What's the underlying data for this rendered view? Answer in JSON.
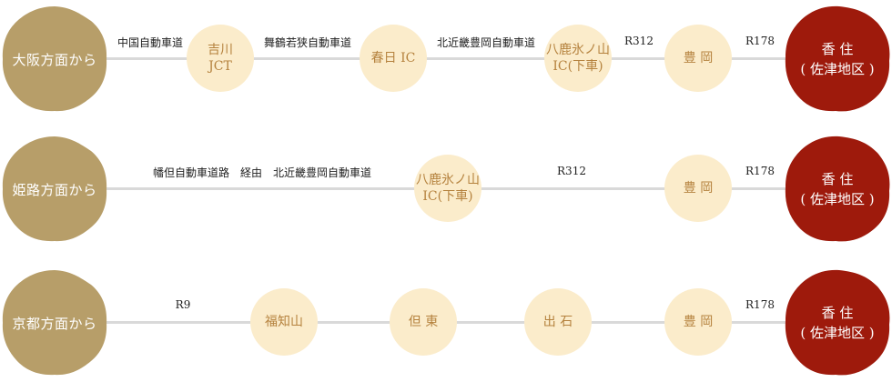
{
  "colors": {
    "origin": "#b79e69",
    "destination": "#9e1a0c",
    "node_fill": "#fbeccb",
    "node_text": "#b5823e",
    "line": "#d9d9d9"
  },
  "routes": [
    {
      "origin": "大阪方面から",
      "segments": [
        "中国自動車道",
        "舞鶴若狭自動車道",
        "北近畿豊岡自動車道",
        "R312",
        "R178"
      ],
      "nodes": [
        "吉川\nJCT",
        "春日 IC",
        "八鹿氷ノ山\nIC(下車)",
        "豊 岡"
      ],
      "destination": "香 住\n( 佐津地区 )"
    },
    {
      "origin": "姫路方面から",
      "segments": [
        "幡但自動車道路　経由　北近畿豊岡自動車道",
        "R312",
        "R178"
      ],
      "nodes": [
        "八鹿氷ノ山\nIC(下車)",
        "豊 岡"
      ],
      "destination": "香 住\n( 佐津地区 )"
    },
    {
      "origin": "京都方面から",
      "segments": [
        "R9",
        "R178"
      ],
      "nodes": [
        "福知山",
        "但 東",
        "出 石",
        "豊 岡"
      ],
      "destination": "香 住\n( 佐津地区 )"
    }
  ]
}
